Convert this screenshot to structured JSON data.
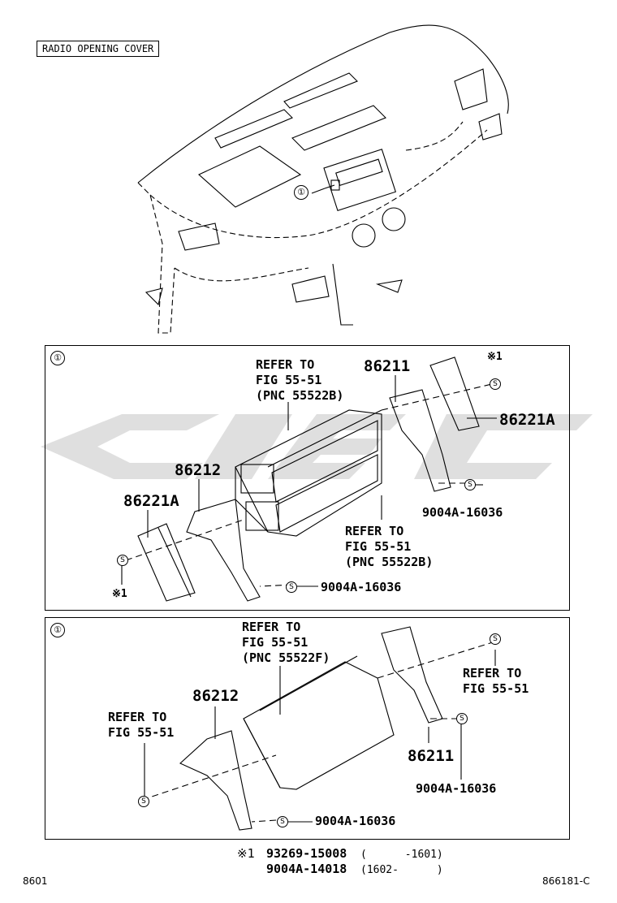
{
  "header": {
    "title": "RADIO OPENING COVER"
  },
  "overview": {
    "callout": "①"
  },
  "panel1": {
    "callout": "①",
    "refer_top": "REFER TO\nFIG 55-51\n(PNC 55522B)",
    "refer_bottom": "REFER TO\nFIG 55-51\n(PNC 55522B)",
    "part_86211": "86211",
    "part_86212": "86212",
    "part_86221a_left": "86221A",
    "part_86221a_right": "86221A",
    "screw_right": "9004A-16036",
    "screw_bottom": "9004A-16036",
    "note_mark_top": "※1",
    "note_mark_left": "※1",
    "s_mark": "S"
  },
  "panel2": {
    "callout": "①",
    "refer_top": "REFER TO\nFIG 55-51\n(PNC 55522F)",
    "refer_left": "REFER TO\nFIG 55-51",
    "refer_right": "REFER TO\nFIG 55-51",
    "part_86212": "86212",
    "part_86211": "86211",
    "screw_right": "9004A-16036",
    "screw_bottom": "9004A-16036",
    "s_mark": "S"
  },
  "footnote": {
    "mark": "※1",
    "line1_part": "93269-15008",
    "line1_range": "(      -1601)",
    "line2_part": "9004A-14018",
    "line2_range": "(1602-      )"
  },
  "footer": {
    "left_code": "8601",
    "right_code": "866181-C"
  }
}
